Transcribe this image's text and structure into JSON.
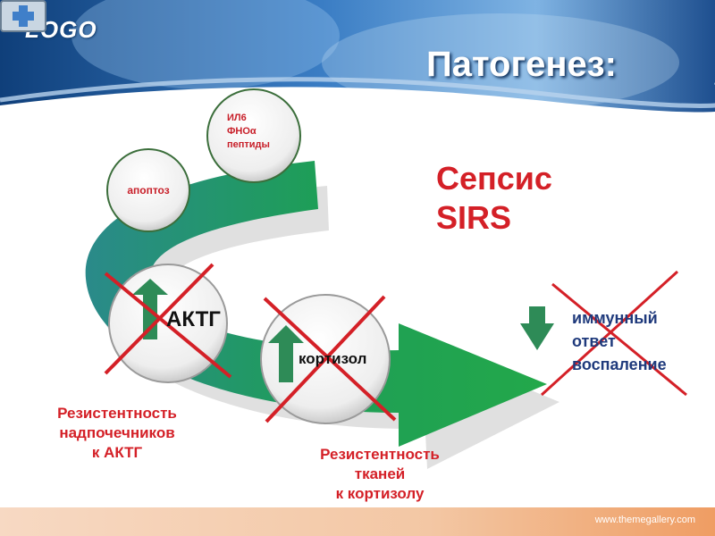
{
  "header": {
    "logo": "LOGO",
    "title": "Патогенез:"
  },
  "circles": {
    "apoptosis": "апоптоз",
    "cytokines": [
      "ИЛ6",
      "ФНОα",
      "пептиды"
    ],
    "actg": "АКТГ",
    "cortisol": "кортизол"
  },
  "sepsis": [
    "Сепсис",
    "SIRS"
  ],
  "immune": [
    "иммунный",
    "ответ",
    "воспаление"
  ],
  "resistance_adrenal": [
    "Резистентность",
    "надпочечников",
    "к АКТГ"
  ],
  "resistance_tissue": [
    "Резистентность",
    "тканей",
    "к кортизолу"
  ],
  "footer": {
    "url": "www.themegallery.com"
  },
  "colors": {
    "header_blue": "#1f5aa0",
    "arrow_green": "#2e8b57",
    "cross_red": "#d42027",
    "text_red": "#d42027",
    "text_navy": "#1f3a7c"
  }
}
